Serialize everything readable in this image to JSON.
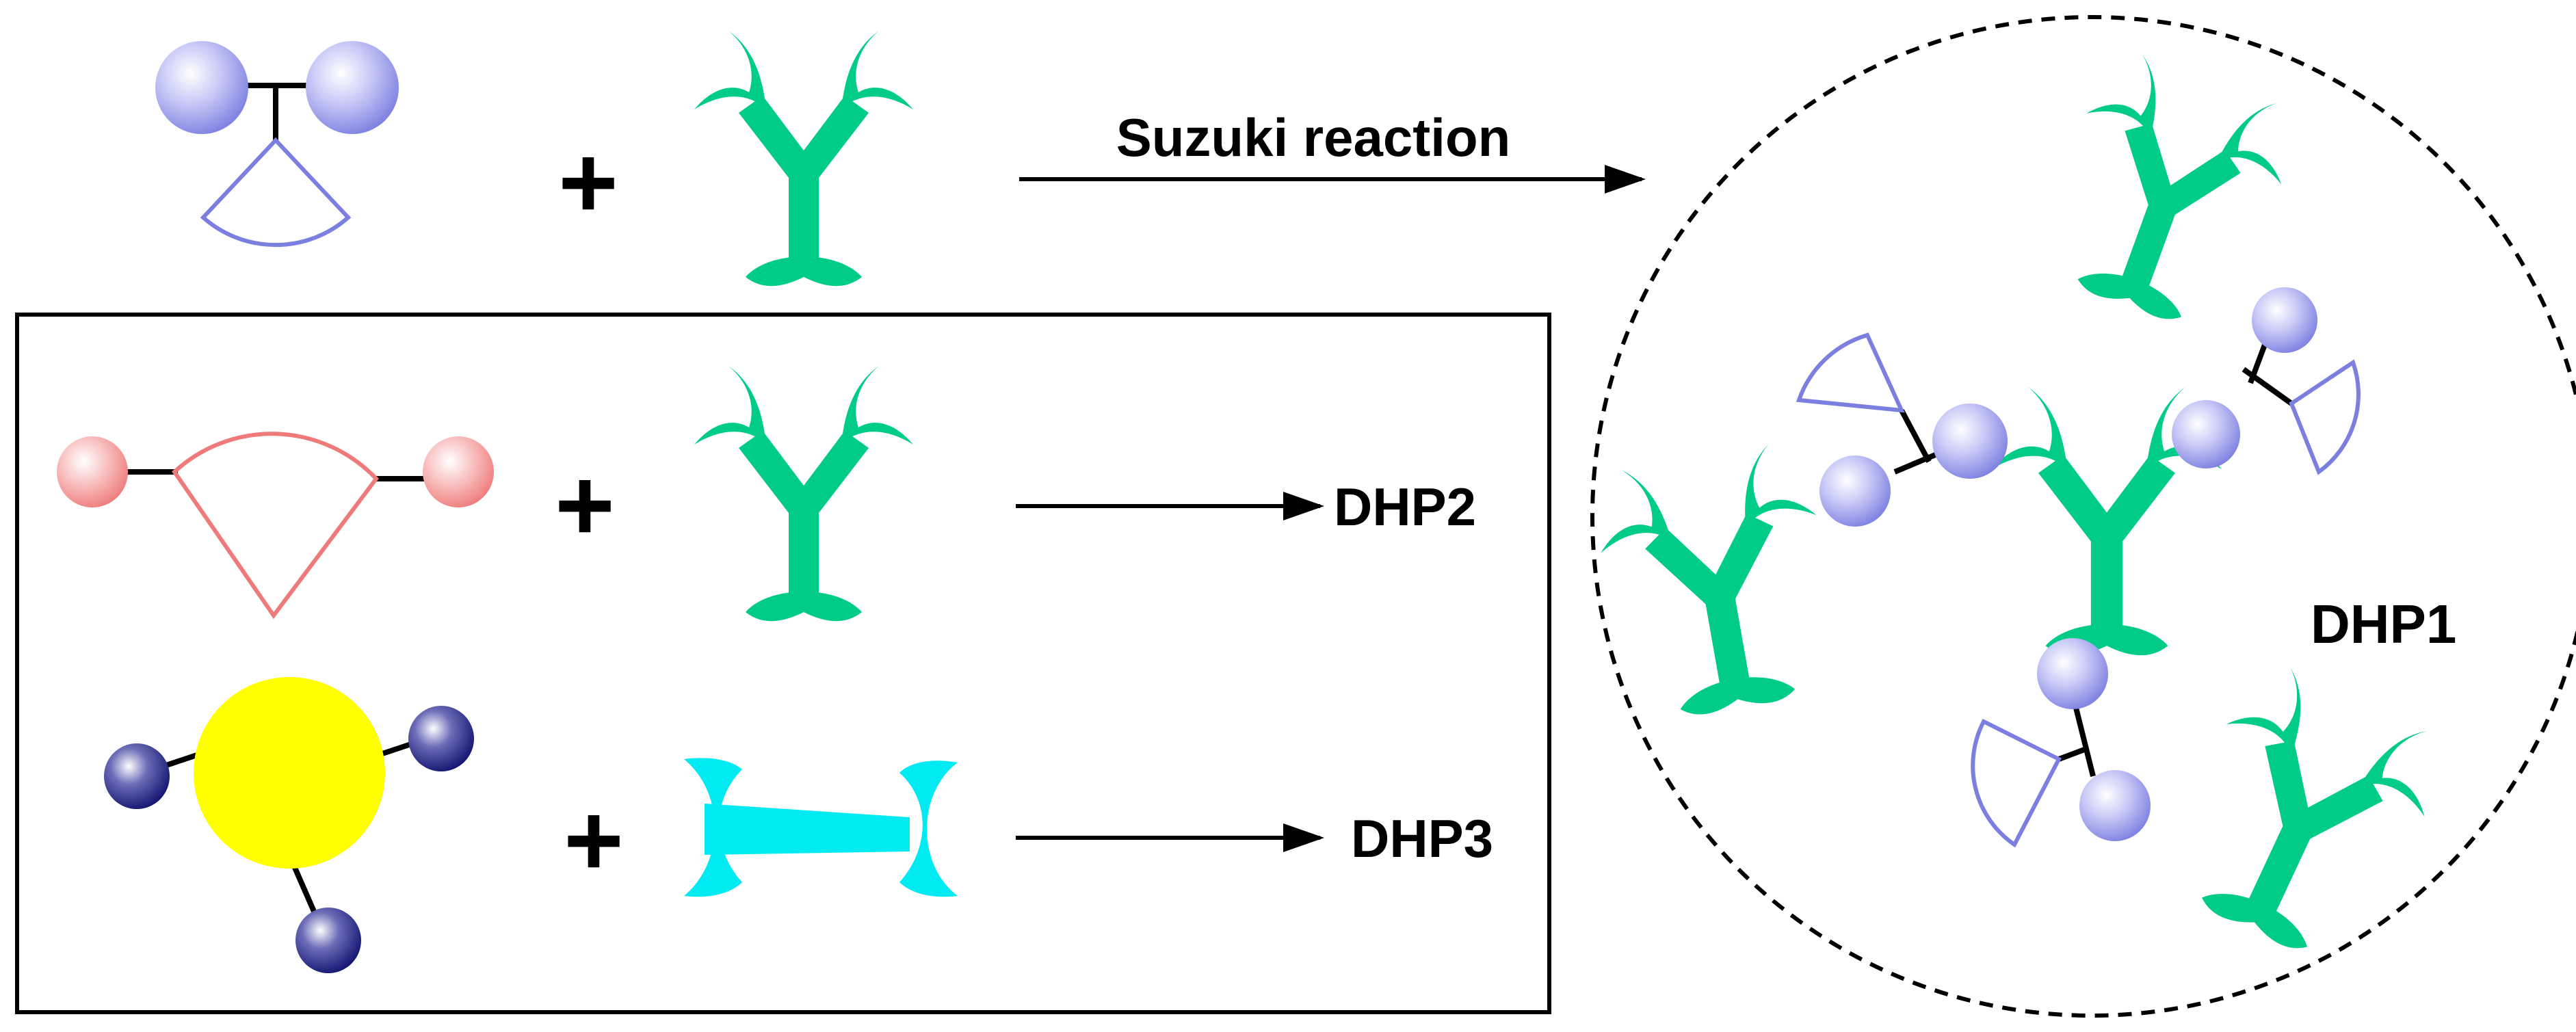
{
  "reaction": {
    "label": "Suzuki reaction",
    "plus_sign": "+"
  },
  "products": {
    "dhp1": "DHP1",
    "dhp2": "DHP2",
    "dhp3": "DHP3"
  },
  "colors": {
    "ligand_blue": "#a9abf2",
    "ligand_outline": "#7b7fe0",
    "ligand_red": "#f7a0a0",
    "ligand_red_outline": "#ef7a7a",
    "ligand_navy": "#1b1d8c",
    "core_yellow": "#ffff00",
    "tripodal_green": "#00cc88",
    "linker_cyan": "#00eaf2",
    "line": "#000000"
  }
}
